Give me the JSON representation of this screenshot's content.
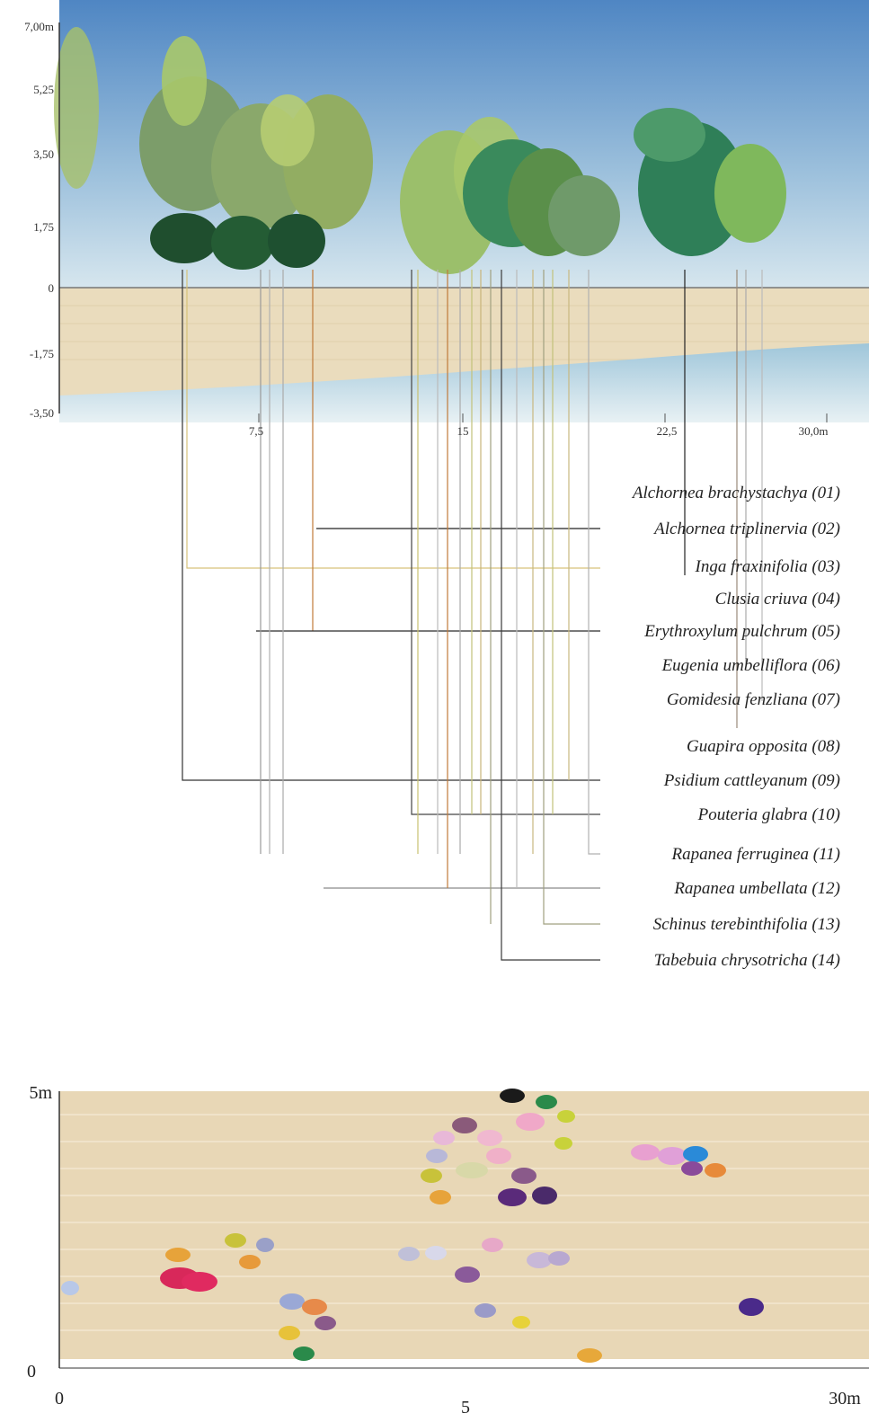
{
  "profile": {
    "y_axis_labels": [
      "7,00m",
      "5,25",
      "3,50",
      "1,75",
      "0",
      "-1,75",
      "-3,50"
    ],
    "x_axis_labels": [
      "7,5",
      "15",
      "22,5",
      "30,0m"
    ],
    "species": [
      {
        "name": "Alchornea brachystachya (01)",
        "color": "#7a8a60"
      },
      {
        "name": "Alchornea triplinervia (02)",
        "color": "#222222"
      },
      {
        "name": "Inga fraxinifolia (03)",
        "color": "#d6c27a"
      },
      {
        "name": "Clusia criuva (04)",
        "color": "#c9b57a"
      },
      {
        "name": "Erythroxylum pulchrum (05)",
        "color": "#2a2a2a"
      },
      {
        "name": "Eugenia umbelliflora (06)",
        "color": "#9aaa7a"
      },
      {
        "name": "Gomidesia fenzliana (07)",
        "color": "#a8a8a8"
      },
      {
        "name": "Guapira opposita (08)",
        "color": "#b9a05a"
      },
      {
        "name": "Psidium cattleyanum (09)",
        "color": "#333333"
      },
      {
        "name": "Pouteria glabra (10)",
        "color": "#444444"
      },
      {
        "name": "Rapanea ferruginea (11)",
        "color": "#b0b0b0"
      },
      {
        "name": "Rapanea umbellata (12)",
        "color": "#8a8a8a"
      },
      {
        "name": "Schinus terebinthifolia (13)",
        "color": "#a0a080"
      },
      {
        "name": "Tabebuia chrysotricha (14)",
        "color": "#3a3a3a"
      }
    ],
    "colors": {
      "sky_top": "#5d8fc8",
      "sky_bottom": "#cfe1ec",
      "soil": "#eadcbd",
      "water": "#bcd7e4"
    }
  },
  "plan": {
    "y_axis_labels": [
      "5m",
      "0"
    ],
    "x_axis_labels": [
      "0",
      "5",
      "30m"
    ],
    "colors": {
      "ground": "#e8d7b6"
    }
  }
}
